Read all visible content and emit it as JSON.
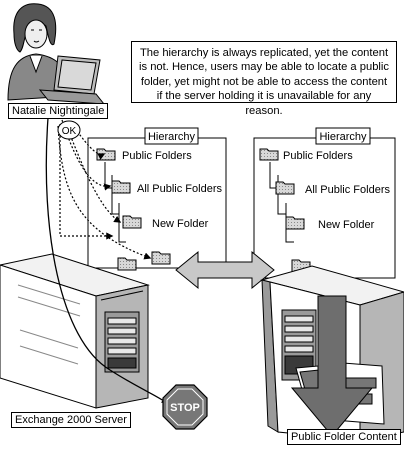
{
  "callout": {
    "text": "The hierarchy is always replicated, yet the content is not. Hence, users may be able to locate a public folder, yet might not be able to access the content if the server holding it is unavailable for any reason."
  },
  "user": {
    "name": "Natalie Nightingale"
  },
  "left_server": {
    "label": "Exchange 2000 Server",
    "hierarchy_label": "Hierarchy",
    "folders": [
      "Public Folders",
      "All Public Folders",
      "New Folder"
    ]
  },
  "right_server": {
    "hierarchy_label": "Hierarchy",
    "folders": [
      "Public Folders",
      "All Public Folders",
      "New Folder"
    ]
  },
  "badges": {
    "ok": "OK",
    "stop": "STOP"
  },
  "content_label": "Public Folder Content"
}
